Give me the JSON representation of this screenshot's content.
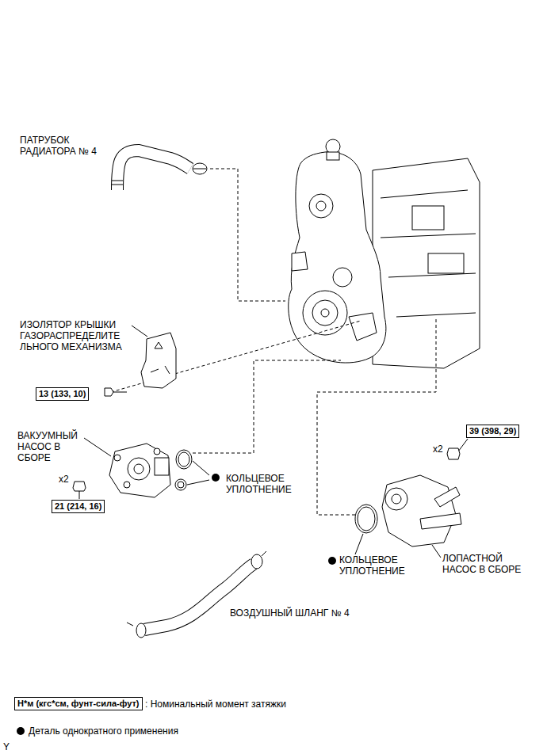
{
  "diagram": {
    "nodes": [
      {
        "text": [
          "13 (133, 10)"
        ]
      },
      {
        "text": [
          "39 (398, 29)"
        ]
      },
      {
        "text": [
          "21 (214, 16)"
        ]
      },
      {
        "text": [
          "Н*м (кгс*см, фунт-сила-фут)"
        ]
      }
    ],
    "labels": [
      "ПАТРУБОК РАДИАТОРА № 4",
      "ИЗОЛЯТОР КРЫШКИ ГАЗОРАСПРЕДЕЛИТЕ ЛЬНОГО МЕХАНИЗМА",
      "ВАКУУМНЫЙ НАСОС В СБОРЕ",
      "x2",
      "КОЛЬЦЕВОЕ УПЛОТНЕНИЕ",
      "x2",
      "КОЛЬЦЕВОЕ УПЛОТНЕНИЕ",
      "ЛОПАСТНОЙ НАСОС В СБОРЕ",
      "ВОЗДУШНЫЙ ШЛАНГ № 4",
      "Y"
    ],
    "legend": [
      {
        "text": ": Номинальный момент затяжки"
      },
      {
        "text": "Деталь однократного применения"
      }
    ]
  }
}
